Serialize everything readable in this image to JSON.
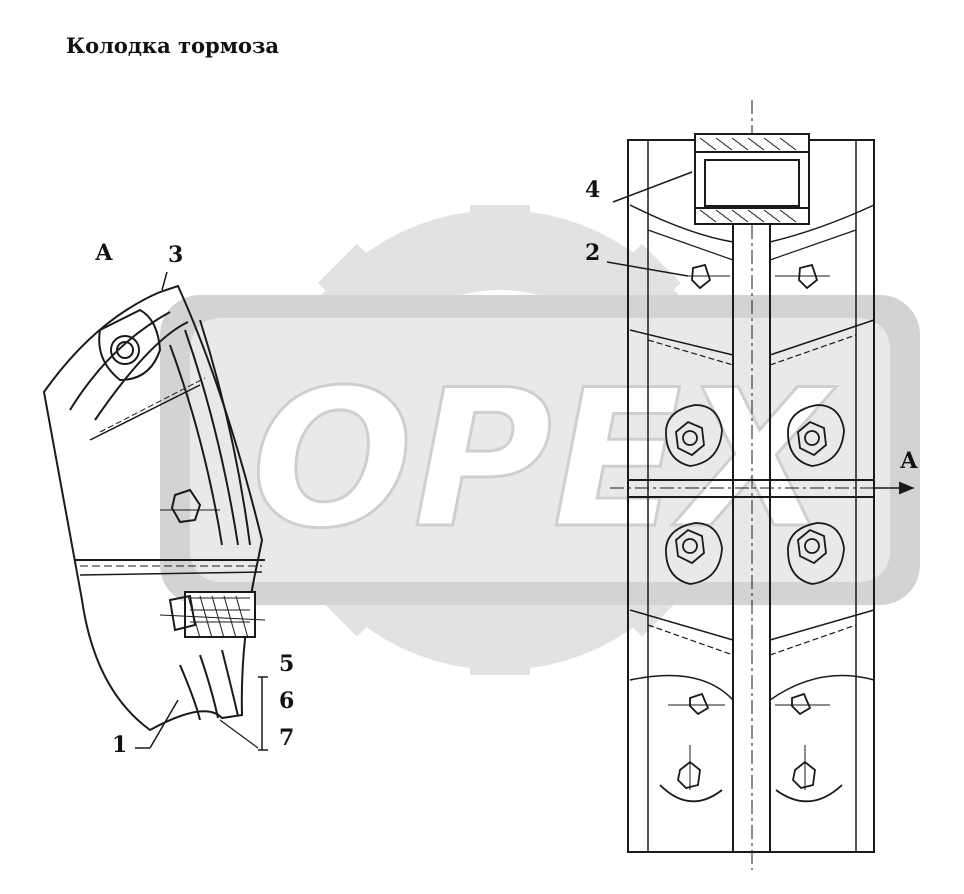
{
  "title": "Колодка тормоза",
  "watermark": {
    "text": "OPEX",
    "color": "#d6d6d6"
  },
  "labels": {
    "view_a_left": "А",
    "view_a_right": "А",
    "part_1": "1",
    "part_2": "2",
    "part_3": "3",
    "part_4": "4",
    "part_5": "5",
    "part_6": "6",
    "part_7": "7"
  },
  "colors": {
    "ink": "#1a1a1a",
    "watermark": "#d9d9d9",
    "background": "#ffffff"
  }
}
